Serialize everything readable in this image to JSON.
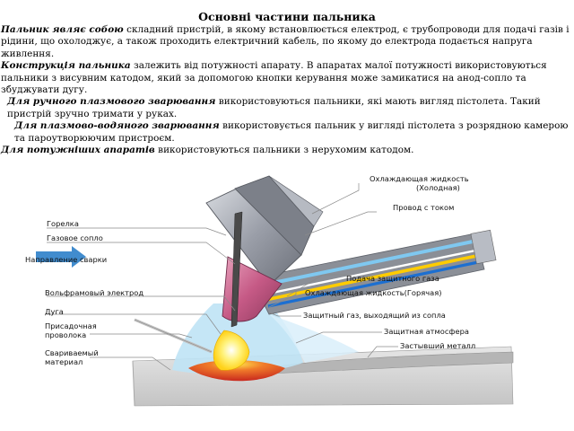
{
  "document": {
    "title": "Основні частини пальника",
    "paragraphs": [
      {
        "lead": "Пальник являє собою",
        "text": " складний пристрій, в якому встановлюється електрод, є трубопроводи для подачі газів і рідини, що охолоджує, а також проходить електричний кабель, по якому до електрода подається напруга живлення."
      },
      {
        "lead": "Конструкція пальника",
        "text": " залежить від потужності апарату. В апаратах малої потужності використовуються пальники з висувним катодом, який за допомогою кнопки керування може замикатися на анод-сопло та збуджувати дугу."
      },
      {
        "lead": "Для ручного плазмового зварювання",
        "text": " використовуються пальники, які мають вигляд пістолета. Такий пристрій зручно тримати у руках."
      },
      {
        "lead": "Для плазмово-водяного зварювання",
        "text": " використовується пальник у вигляді пістолета з розрядною камерою та пароутворюючим пристроєм."
      },
      {
        "lead": "Для потужніших апаратів",
        "text": " використовуються пальники з нерухомим катодом."
      }
    ]
  },
  "figure": {
    "labels": {
      "coolant_cold_1": "Охлаждающая жидкость",
      "coolant_cold_2": "(Холодная)",
      "current_wire": "Провод с током",
      "torch": "Горелка",
      "gas_nozzle": "Газовое сопло",
      "weld_direction": "Направление сварки",
      "shield_gas_supply": "Подача защитного газа",
      "coolant_hot": "Охлаждающая жидкость(Горячая)",
      "tungsten_electrode": "Вольфрамовый электрод",
      "arc": "Дуга",
      "filler_wire_1": "Присадочная",
      "filler_wire_2": "проволока",
      "shield_gas_exit": "Защитный газ, выходящий из сопла",
      "protective_atmosphere": "Защитная атмосфера",
      "solidified_metal": "Застывший металл",
      "base_material_1": "Свариваемый",
      "base_material_2": "материал"
    },
    "colors": {
      "leader_line": "#8a8a8a",
      "torch_body": "#9a9ea8",
      "nozzle": "#c65a86",
      "gas_cone": "#bfe3f5",
      "base_metal": "#d3d3d3",
      "weld_pool": "#e03a2c",
      "arc": "#ffe02a",
      "electrode": "#4a4a4a",
      "gas_line": "#ffcc00",
      "hot_line": "#1c6fd1",
      "cold_line": "#7fc8f0"
    }
  }
}
